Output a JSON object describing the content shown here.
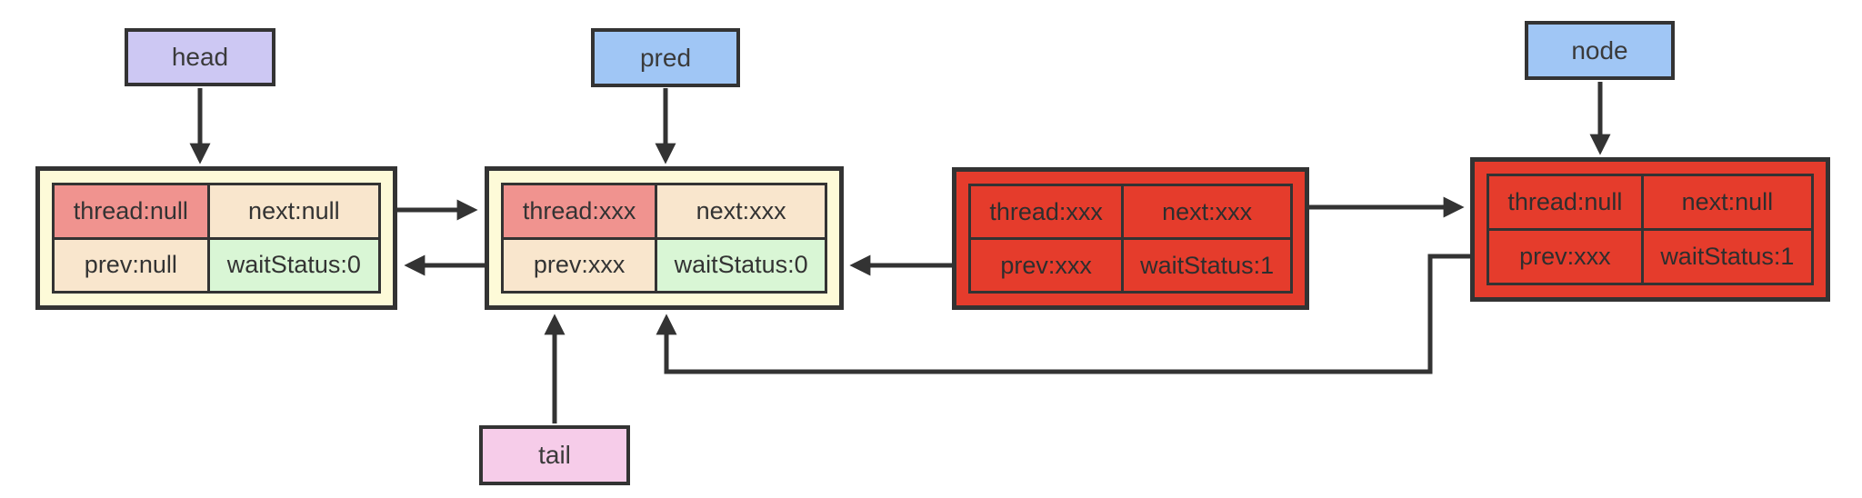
{
  "pointer_labels": {
    "head": "head",
    "pred": "pred",
    "node": "node",
    "tail": "tail"
  },
  "nodes": [
    {
      "id": "n1",
      "state": "normal",
      "cells": {
        "thread": "thread:null",
        "next": "next:null",
        "prev": "prev:null",
        "wait": "waitStatus:0"
      }
    },
    {
      "id": "n2",
      "state": "normal",
      "cells": {
        "thread": "thread:xxx",
        "next": "next:xxx",
        "prev": "prev:xxx",
        "wait": "waitStatus:0"
      }
    },
    {
      "id": "n3",
      "state": "cancelled",
      "cells": {
        "thread": "thread:xxx",
        "next": "next:xxx",
        "prev": "prev:xxx",
        "wait": "waitStatus:1"
      }
    },
    {
      "id": "n4",
      "state": "cancelled",
      "cells": {
        "thread": "thread:null",
        "next": "next:null",
        "prev": "prev:xxx",
        "wait": "waitStatus:1"
      }
    }
  ],
  "edges": [
    {
      "from": "head-label",
      "to": "n1"
    },
    {
      "from": "pred-label",
      "to": "n2"
    },
    {
      "from": "node-label",
      "to": "n4"
    },
    {
      "from": "tail-label",
      "to": "n2"
    },
    {
      "from": "n1.next",
      "to": "n2"
    },
    {
      "from": "n2.prev",
      "to": "n1"
    },
    {
      "from": "n3.prev",
      "to": "n2"
    },
    {
      "from": "n3.next",
      "to": "n4"
    },
    {
      "from": "n4.prev",
      "to": "n2"
    }
  ],
  "colors": {
    "label_head": "#cdc8f3",
    "label_pred": "#a0c6f5",
    "label_node": "#a0c6f5",
    "label_tail": "#f6cce9",
    "node_bg": "#fdfad8",
    "thread_cell": "#f0938f",
    "pointer_cell": "#f9e6cd",
    "wait_cell": "#d9f6d5",
    "cancelled_node": "#e53c2c",
    "line": "#333333"
  }
}
